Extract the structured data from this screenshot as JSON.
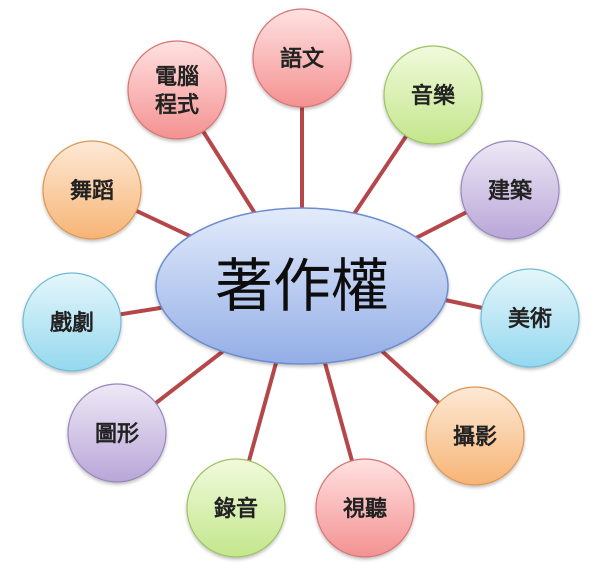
{
  "center": {
    "label": "著作權"
  },
  "nodes": [
    {
      "id": "language",
      "lines": [
        "語文"
      ]
    },
    {
      "id": "music",
      "lines": [
        "音樂"
      ]
    },
    {
      "id": "architecture",
      "lines": [
        "建築"
      ]
    },
    {
      "id": "fine-art",
      "lines": [
        "美術"
      ]
    },
    {
      "id": "photography",
      "lines": [
        "攝影"
      ]
    },
    {
      "id": "audiovisual",
      "lines": [
        "視聽"
      ]
    },
    {
      "id": "sound-recording",
      "lines": [
        "錄音"
      ]
    },
    {
      "id": "graphics",
      "lines": [
        "圖形"
      ]
    },
    {
      "id": "drama",
      "lines": [
        "戲劇"
      ]
    },
    {
      "id": "dance",
      "lines": [
        "舞蹈"
      ]
    },
    {
      "id": "computer-program",
      "lines": [
        "電腦",
        "程式"
      ]
    }
  ],
  "colors": {
    "connector": "#b5474a",
    "center_fill_top": "#e3ebfb",
    "center_fill_bottom": "#93aee6",
    "center_stroke": "#6d8dd0",
    "red_top": "#ffe1e1",
    "red_bottom": "#f49191",
    "red_stroke": "#d87373",
    "green_top": "#f1fadc",
    "green_bottom": "#c3e68b",
    "green_stroke": "#9cc362",
    "purple_top": "#eee8f5",
    "purple_bottom": "#b8a6d8",
    "purple_stroke": "#9886bf",
    "cyan_top": "#e5f6fb",
    "cyan_bottom": "#94d8ef",
    "cyan_stroke": "#6fbcd7",
    "orange_top": "#fde9d6",
    "orange_bottom": "#f7b475",
    "orange_stroke": "#dd9653"
  }
}
